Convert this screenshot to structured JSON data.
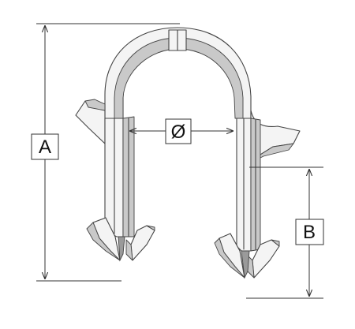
{
  "dimensions": {
    "height_label": "A",
    "diameter_label": "Ø",
    "leg_label": "B"
  },
  "colors": {
    "line": "#444444",
    "light_face": "#f4f4f4",
    "shade_face": "#c9c9c9",
    "background": "#ffffff"
  }
}
